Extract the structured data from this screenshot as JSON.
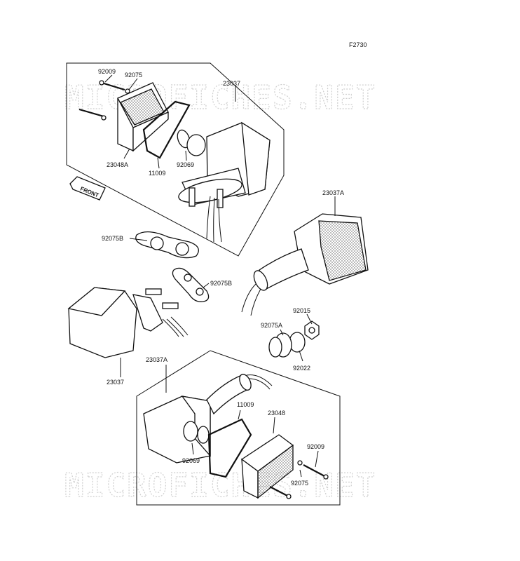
{
  "figure_code": "F2730",
  "watermark": "MICROFICHES.NET",
  "front_label": "FRONT",
  "labels": {
    "p92009_top": "92009",
    "p92075_top": "92075",
    "p23037_top": "23037",
    "p23048A": "23048A",
    "p11009_top": "11009",
    "p92069_top": "92069",
    "p23037A_right": "23037A",
    "p92075B_left": "92075B",
    "p92075B_mid": "92075B",
    "p92015": "92015",
    "p92075A": "92075A",
    "p92022": "92022",
    "p23037_left": "23037",
    "p23037A_bottom": "23037A",
    "p11009_bottom": "11009",
    "p23048": "23048",
    "p92009_bottom": "92009",
    "p92069_bottom": "92069",
    "p92075_bottom": "92075"
  }
}
